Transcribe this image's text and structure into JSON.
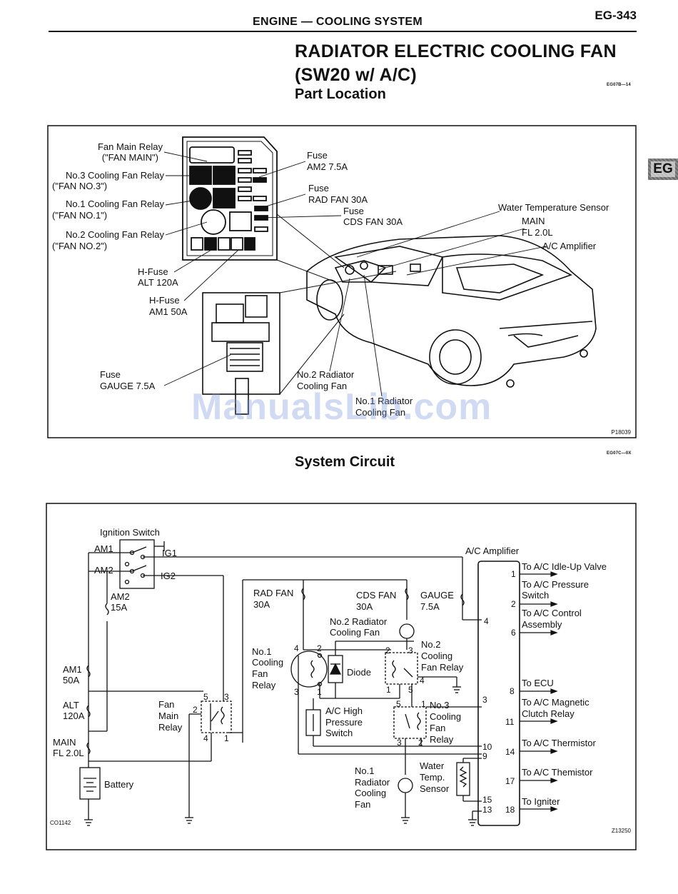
{
  "header": {
    "section": "ENGINE — COOLING SYSTEM",
    "page_number": "EG-343"
  },
  "title": "RADIATOR ELECTRIC COOLING FAN",
  "subtitle": "(SW20 w/ A/C)",
  "part_location": {
    "heading": "Part Location",
    "code": "EG07B—14",
    "figure_id": "P18039",
    "labels": {
      "fan_main_relay_1": "Fan Main Relay",
      "fan_main_relay_2": "(\"FAN MAIN\")",
      "fan_no3_relay_1": "No.3 Cooling Fan Relay",
      "fan_no3_relay_2": "(\"FAN NO.3\")",
      "fan_no1_relay_1": "No.1 Cooling Fan Relay",
      "fan_no1_relay_2": "(\"FAN NO.1\")",
      "fan_no2_relay_1": "No.2 Cooling Fan Relay",
      "fan_no2_relay_2": "(\"FAN NO.2\")",
      "hfuse_alt_1": "H-Fuse",
      "hfuse_alt_2": "ALT 120A",
      "hfuse_am1_1": "H-Fuse",
      "hfuse_am1_2": "AM1 50A",
      "fuse_gauge_1": "Fuse",
      "fuse_gauge_2": "GAUGE 7.5A",
      "fuse_am2_1": "Fuse",
      "fuse_am2_2": "AM2 7.5A",
      "fuse_radfan_1": "Fuse",
      "fuse_radfan_2": "RAD FAN 30A",
      "fuse_cdsfan_1": "Fuse",
      "fuse_cdsfan_2": "CDS FAN 30A",
      "water_temp_sensor": "Water Temperature Sensor",
      "main_fl_1": "MAIN",
      "main_fl_2": "FL 2.0L",
      "ac_amplifier": "A/C Amplifier",
      "no2_rad_fan_1": "No.2 Radiator",
      "no2_rad_fan_2": "Cooling Fan",
      "no1_rad_fan_1": "No.1 Radiator",
      "no1_rad_fan_2": "Cooling Fan"
    }
  },
  "system_circuit": {
    "heading": "System Circuit",
    "code": "EG07C—0X",
    "figure_id_left": "CO1142",
    "figure_id_right": "Z13250",
    "labels": {
      "ignition_switch": "Ignition Switch",
      "am1": "AM1",
      "am2": "AM2",
      "ig1": "IG1",
      "ig2": "IG2",
      "am2_fuse_1": "AM2",
      "am2_fuse_2": "15A",
      "am1_fuse_1": "AM1",
      "am1_fuse_2": "50A",
      "alt_fuse_1": "ALT",
      "alt_fuse_2": "120A",
      "main_fuse_1": "MAIN",
      "main_fuse_2": "FL 2.0L",
      "battery": "Battery",
      "fan_main_relay_1": "Fan",
      "fan_main_relay_2": "Main",
      "fan_main_relay_3": "Relay",
      "rad_fan_1": "RAD FAN",
      "rad_fan_2": "30A",
      "cds_fan_1": "CDS FAN",
      "cds_fan_2": "30A",
      "gauge_1": "GAUGE",
      "gauge_2": "7.5A",
      "no2_rad_fan_1": "No.2 Radiator",
      "no2_rad_fan_2": "Cooling Fan",
      "no1_relay_1": "No.1",
      "no1_relay_2": "Cooling",
      "no1_relay_3": "Fan",
      "no1_relay_4": "Relay",
      "diode": "Diode",
      "no2_relay_1": "No.2",
      "no2_relay_2": "Cooling",
      "no2_relay_3": "Fan Relay",
      "ac_hp_switch_1": "A/C High",
      "ac_hp_switch_2": "Pressure",
      "ac_hp_switch_3": "Switch",
      "no3_relay_1": "No.3",
      "no3_relay_2": "Cooling",
      "no3_relay_3": "Fan",
      "no3_relay_4": "Relay",
      "no1_rad_fan_1": "No.1",
      "no1_rad_fan_2": "Radiator",
      "no1_rad_fan_3": "Cooling",
      "no1_rad_fan_4": "Fan",
      "water_temp_1": "Water",
      "water_temp_2": "Temp.",
      "water_temp_3": "Sensor",
      "ac_amplifier": "A/C Amplifier",
      "to_idle_up": "To A/C Idle-Up Valve",
      "to_pressure_1": "To A/C Pressure",
      "to_pressure_2": "Switch",
      "to_control_1": "To A/C Control",
      "to_control_2": "Assembly",
      "to_ecu": "To ECU",
      "to_magnetic_1": "To A/C Magnetic",
      "to_magnetic_2": "Clutch Relay",
      "to_thermistor_a": "To A/C Thermistor",
      "to_thermistor_b": "To A/C Themistor",
      "to_igniter": "To Igniter"
    }
  },
  "watermark": "ManualsLib.com"
}
